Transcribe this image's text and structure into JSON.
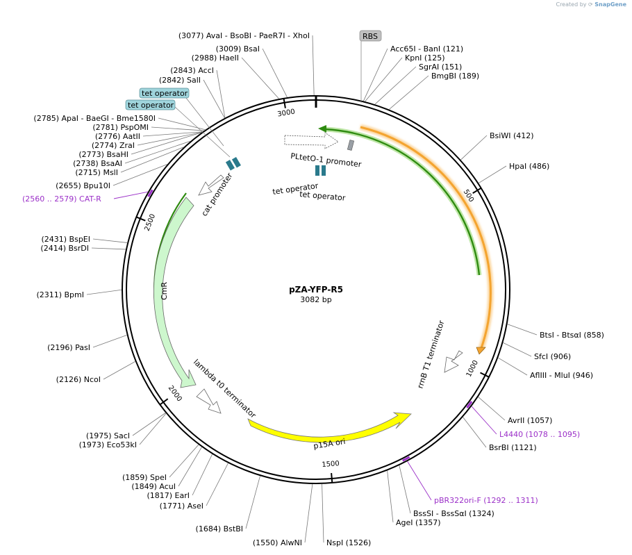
{
  "credit": {
    "prefix": "Created by",
    "brand": "SnapGene"
  },
  "map": {
    "name": "pZA-YFP-R5",
    "size_label": "3082 bp",
    "total_bp": 3082
  },
  "ticks": [
    {
      "bp": 500,
      "label": "500"
    },
    {
      "bp": 1000,
      "label": "1000"
    },
    {
      "bp": 1500,
      "label": "1500"
    },
    {
      "bp": 2000,
      "label": "2000"
    },
    {
      "bp": 2500,
      "label": "2500"
    },
    {
      "bp": 3000,
      "label": "3000"
    }
  ],
  "enzymes": [
    {
      "bp": 3077,
      "label": "(3077)  AvaI   - BsoBI   - PaeR7I   - XhoI"
    },
    {
      "bp": 3009,
      "label": "(3009)  BsaI"
    },
    {
      "bp": 2988,
      "label": "(2988)  HaeII"
    },
    {
      "bp": 2843,
      "label": "(2843)  AccI"
    },
    {
      "bp": 2842,
      "label": "(2842)  SalI"
    },
    {
      "bp": 2785,
      "label": "(2785)  ApaI   - BaeGI   - Bme1580I"
    },
    {
      "bp": 2781,
      "label": "(2781)  PspOMI"
    },
    {
      "bp": 2776,
      "label": "(2776)  AatII"
    },
    {
      "bp": 2774,
      "label": "(2774)  ZraI"
    },
    {
      "bp": 2773,
      "label": "(2773)  BsaHI"
    },
    {
      "bp": 2738,
      "label": "(2738)  BsaAI"
    },
    {
      "bp": 2715,
      "label": "(2715)  MslI"
    },
    {
      "bp": 2655,
      "label": "(2655)  Bpu10I"
    },
    {
      "bp": 2431,
      "label": "(2431)  BspEI"
    },
    {
      "bp": 2414,
      "label": "(2414)  BsrDI"
    },
    {
      "bp": 2311,
      "label": "(2311)  BpmI"
    },
    {
      "bp": 2196,
      "label": "(2196)  PasI"
    },
    {
      "bp": 2126,
      "label": "(2126)  NcoI"
    },
    {
      "bp": 1975,
      "label": "(1975)  SacI"
    },
    {
      "bp": 1973,
      "label": "(1973)  Eco53kI"
    },
    {
      "bp": 1859,
      "label": "(1859)  SpeI"
    },
    {
      "bp": 1849,
      "label": "(1849)  AcuI"
    },
    {
      "bp": 1817,
      "label": "(1817)  EarI"
    },
    {
      "bp": 1771,
      "label": "(1771)  AseI"
    },
    {
      "bp": 1684,
      "label": "(1684)  BstBI"
    },
    {
      "bp": 1550,
      "label": "(1550)  AlwNI"
    },
    {
      "bp": 1526,
      "label": "NspI   (1526)"
    },
    {
      "bp": 1357,
      "label": "AgeI   (1357)"
    },
    {
      "bp": 1324,
      "label": "BssSI   - BssSαI   (1324)"
    },
    {
      "bp": 1121,
      "label": "BsrBI   (1121)"
    },
    {
      "bp": 1057,
      "label": "AvrII   (1057)"
    },
    {
      "bp": 946,
      "label": "AflIII   - MluI   (946)"
    },
    {
      "bp": 906,
      "label": "SfcI   (906)"
    },
    {
      "bp": 858,
      "label": "BtsI   - BtsαI   (858)"
    },
    {
      "bp": 486,
      "label": "HpaI   (486)"
    },
    {
      "bp": 412,
      "label": "BsiWI   (412)"
    },
    {
      "bp": 189,
      "label": "BmgBI   (189)"
    },
    {
      "bp": 151,
      "label": "SgrAI   (151)"
    },
    {
      "bp": 125,
      "label": "KpnI   (125)"
    },
    {
      "bp": 121,
      "label": "Acc65I   - BanI   (121)"
    }
  ],
  "primers": [
    {
      "bp": 2570,
      "label": "(2560 .. 2579)  CAT-R"
    },
    {
      "bp": 1086,
      "label": "L4440   (1078 .. 1095)"
    },
    {
      "bp": 1301,
      "label": "pBR322ori-F   (1292 .. 1311)"
    }
  ],
  "features": [
    {
      "label": "RBS"
    },
    {
      "label": "tet operator"
    },
    {
      "label": "tet operator"
    },
    {
      "label": "PLtetO-1 promoter"
    },
    {
      "label": "tet operator"
    },
    {
      "label": "tet operator"
    },
    {
      "label": "cat promoter"
    },
    {
      "label": "CmR"
    },
    {
      "label": "lambda t0 terminator"
    },
    {
      "label": "p15A ori"
    },
    {
      "label": "rrnB T1 terminator"
    }
  ],
  "colors": {
    "backbone": "#000000",
    "yfp_orange": "#f4a430",
    "green_gene": "#2e8b10",
    "cmr_fill": "#cdf7cd",
    "ori_fill": "#ffff00",
    "tet_box": "#2a7a8c",
    "tet_label_bg": "#9fd4dc",
    "rbs_bg": "#c0c0c0",
    "primer": "#9b30c8"
  }
}
